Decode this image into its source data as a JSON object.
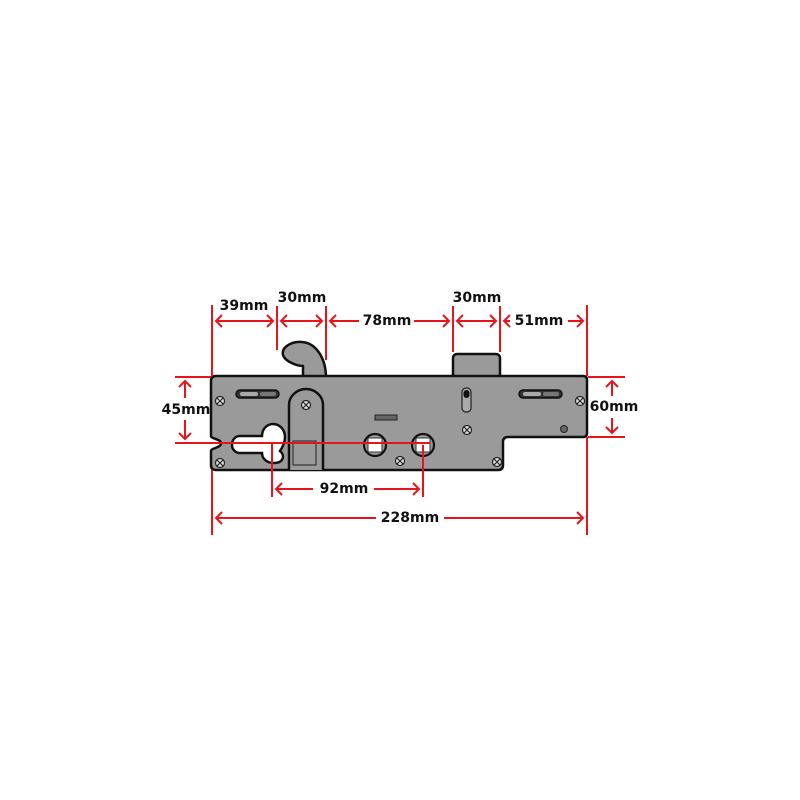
{
  "title": "Multipoint lock gearbox dimensions",
  "colors": {
    "dimension_line": "#e8141c",
    "body_fill": "#9a9a9a",
    "outline": "#111111",
    "background": "#ffffff",
    "hole_fill": "#ffffff"
  },
  "dimensions": {
    "top": [
      {
        "id": "hook_offset",
        "label": "39mm"
      },
      {
        "id": "hook_width",
        "label": "30mm"
      },
      {
        "id": "hook_to_deadbolt",
        "label": "78mm"
      },
      {
        "id": "deadbolt_width",
        "label": "30mm"
      },
      {
        "id": "deadbolt_to_end",
        "label": "51mm"
      }
    ],
    "left": {
      "id": "backset_height",
      "label": "45mm"
    },
    "right": {
      "id": "faceplate_height",
      "label": "60mm"
    },
    "bottom": [
      {
        "id": "centres",
        "label": "92mm"
      },
      {
        "id": "overall_length",
        "label": "228mm"
      }
    ]
  },
  "components": [
    "hook-bolt",
    "deadbolt",
    "euro-cylinder-cutout",
    "latch-follower",
    "spindle-square-1",
    "spindle-square-2",
    "faceplate-slot-left",
    "faceplate-slot-right",
    "keyhole-slot",
    "screws"
  ]
}
